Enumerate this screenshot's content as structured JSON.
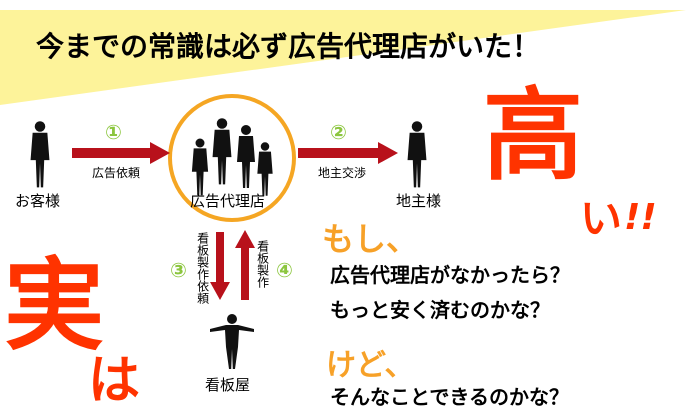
{
  "headline": "今までの常識は必ず広告代理店がいた！",
  "nodes": {
    "customer": "お客様",
    "agency": "広告代理店",
    "landowner": "地主様",
    "signshop": "看板屋"
  },
  "steps": {
    "s1": {
      "num": "①",
      "label": "広告依頼"
    },
    "s2": {
      "num": "②",
      "label": "地主交渉"
    },
    "s3": {
      "num": "③",
      "label": "看板製作依頼"
    },
    "s4": {
      "num": "④",
      "label": "看板製作"
    }
  },
  "exclaim": {
    "taka": "高",
    "i": "い",
    "marks": "!!"
  },
  "jitsu": {
    "ji": "実",
    "wa": "は"
  },
  "questions": {
    "moshi": "もし、",
    "q1": "広告代理店がなかったら？",
    "q2": "もっと安く済むのかな？",
    "kedo": "けど、",
    "q3": "そんなことできるのかな？"
  },
  "colors": {
    "arrow": "#b8111b",
    "ring": "#f5a623",
    "green": "#8cc63f",
    "red": "#ff3300",
    "orange": "#f7a128",
    "yellow": "#fdf39a"
  }
}
